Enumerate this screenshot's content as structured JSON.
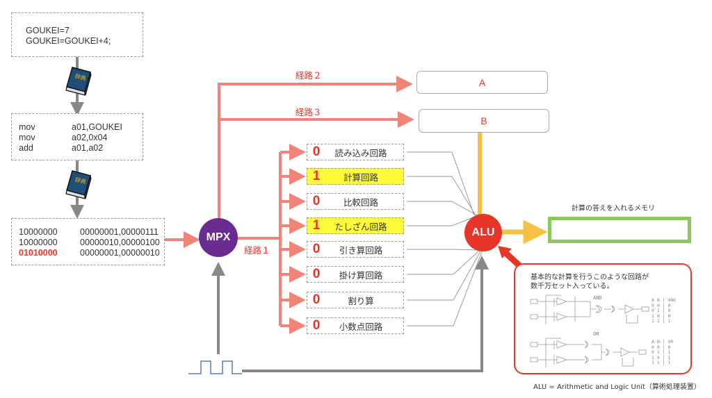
{
  "source_code": {
    "lines": [
      "GOUKEI=7",
      "GOUKEI=GOUKEI+4;"
    ]
  },
  "assembly": {
    "rows": [
      {
        "op": "mov",
        "args": "a01,GOUKEI"
      },
      {
        "op": "mov",
        "args": "a02,0x04"
      },
      {
        "op": "add",
        "args": "a01,a02"
      }
    ]
  },
  "machine_code": {
    "rows": [
      {
        "opcode": "10000000",
        "operands": "00000001,00000111",
        "highlight": false
      },
      {
        "opcode": "10000000",
        "operands": "00000010,00000100",
        "highlight": false
      },
      {
        "opcode": "01010000",
        "operands": "00000001,00000010",
        "highlight": true
      }
    ]
  },
  "compiler_icon": "dictionary-book-icon",
  "mpx": {
    "label": "MPX",
    "color": "#6b2c91"
  },
  "alu": {
    "label": "ALU",
    "color": "#e8352a"
  },
  "routes": {
    "route1": "経路１",
    "route2": "経路２",
    "route3": "経路３"
  },
  "registers": {
    "a": "A",
    "b": "B"
  },
  "circuits": [
    {
      "bit": "0",
      "label": "読み込み回路",
      "active": false
    },
    {
      "bit": "1",
      "label": "計算回路",
      "active": true
    },
    {
      "bit": "0",
      "label": "比較回路",
      "active": false
    },
    {
      "bit": "1",
      "label": "たしざん回路",
      "active": true
    },
    {
      "bit": "0",
      "label": "引き算回路",
      "active": false
    },
    {
      "bit": "0",
      "label": "掛け算回路",
      "active": false
    },
    {
      "bit": "0",
      "label": "割り算",
      "active": false
    },
    {
      "bit": "0",
      "label": "小数点回路",
      "active": false
    }
  ],
  "memory": {
    "label": "計算の答えを入れるメモリ",
    "border_color": "#8dc85a"
  },
  "note": {
    "lines": [
      "基本的な計算を行うこのような回路が",
      "数千万セット入っている。"
    ],
    "and_label": "AND",
    "or_label": "OR",
    "and_truth": "A B | AND\n0 0 | 0\n0 1 | 0\n1 0 | 0\n1 1 | 1",
    "or_truth": "A B | OR\n0 0 | 0\n0 1 | 1\n1 0 | 1\n1 1 | 1"
  },
  "clock_icon": "clock-pulse-icon",
  "footer": "ALU = Arithmetic and Logic Unit（算術処理装置）",
  "colors": {
    "route_arrow": "#f08478",
    "yellow_arrow": "#f5c043",
    "gray_arrow": "#888888",
    "highlight": "#fdfb3a"
  }
}
